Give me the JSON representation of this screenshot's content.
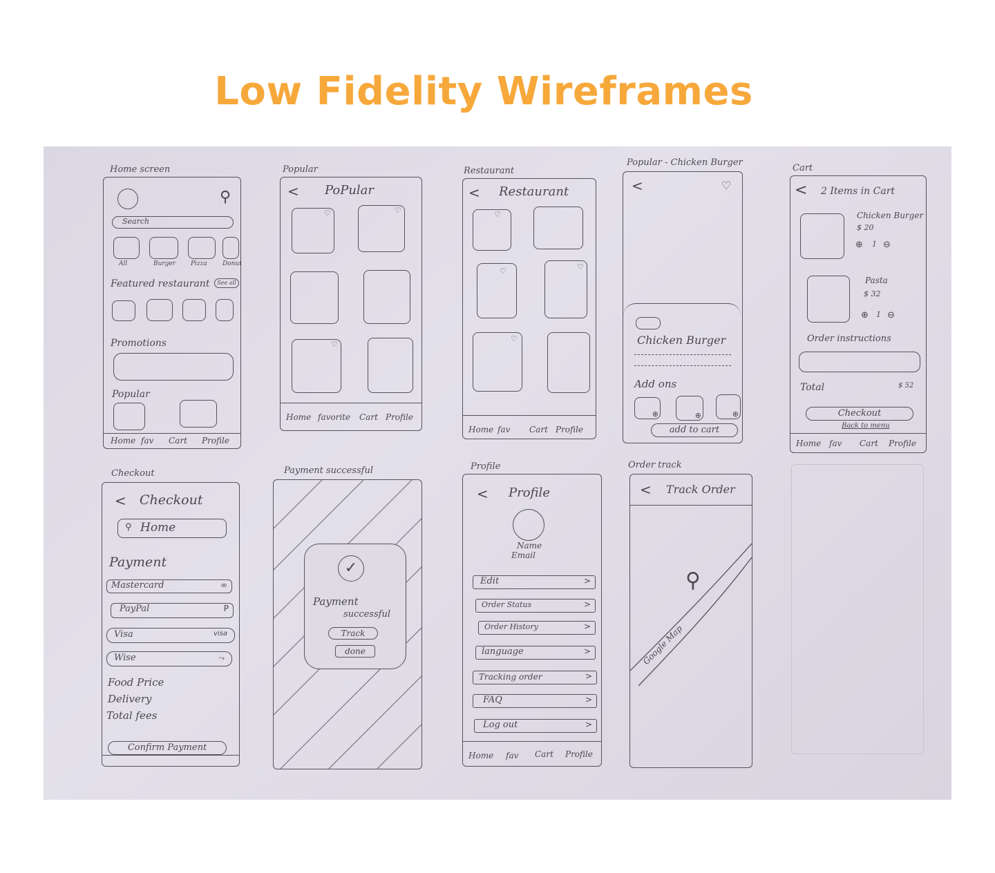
{
  "title": "Low Fidelity Wireframes",
  "labels": {
    "home": "Home screen",
    "popular": "Popular",
    "restaurant": "Restaurant",
    "detail": "Popular - Chicken Burger",
    "cart": "Cart",
    "checkout": "Checkout",
    "payment": "Payment successful",
    "profile": "Profile",
    "order": "Order track"
  },
  "home": {
    "search": "Search",
    "cats": [
      "All",
      "Burger",
      "Pizza",
      "Donut"
    ],
    "featured": "Featured restaurant",
    "see_all": "See all",
    "promotions": "Promotions",
    "popular": "Popular",
    "nav": [
      "Home",
      "fav",
      "Cart",
      "Profile"
    ]
  },
  "popular": {
    "header": "PoPular",
    "nav": [
      "Home",
      "favorite",
      "Cart",
      "Profile"
    ]
  },
  "restaurant": {
    "header": "Restaurant",
    "nav": [
      "Home",
      "fav",
      "Cart",
      "Profile"
    ]
  },
  "detail": {
    "name": "Chicken Burger",
    "addons": "Add ons",
    "add_to_cart": "add to cart"
  },
  "cart": {
    "header": "2 Items in Cart",
    "item1": "Chicken Burger",
    "price1": "$ 20",
    "item2": "Pasta",
    "price2": "$ 32",
    "qty": "1",
    "instructions": "Order instructions",
    "total": "Total",
    "total_value": "$ 52",
    "checkout": "Checkout",
    "back": "Back to menu",
    "nav": [
      "Home",
      "fav",
      "Cart",
      "Profile"
    ]
  },
  "checkout": {
    "header": "Checkout",
    "address": "Home",
    "payment": "Payment",
    "methods": [
      "Mastercard",
      "PayPal",
      "Visa",
      "Wise"
    ],
    "food_price": "Food Price",
    "delivery": "Delivery",
    "total_fees": "Total fees",
    "confirm": "Confirm Payment"
  },
  "success": {
    "message_line1": "Payment",
    "message_line2": "successful",
    "track": "Track",
    "done": "done"
  },
  "profile": {
    "header": "Profile",
    "name": "Name",
    "email": "Email",
    "items": [
      "Edit",
      "Order Status",
      "Order History",
      "language",
      "Tracking order",
      "FAQ",
      "Log out"
    ],
    "nav": [
      "Home",
      "fav",
      "Cart",
      "Profile"
    ]
  },
  "order": {
    "header": "Track Order",
    "map": "Google Map"
  },
  "colors": {
    "title": "#f7a83b",
    "paper": "#dedbe5",
    "pencil": "#55525a"
  }
}
